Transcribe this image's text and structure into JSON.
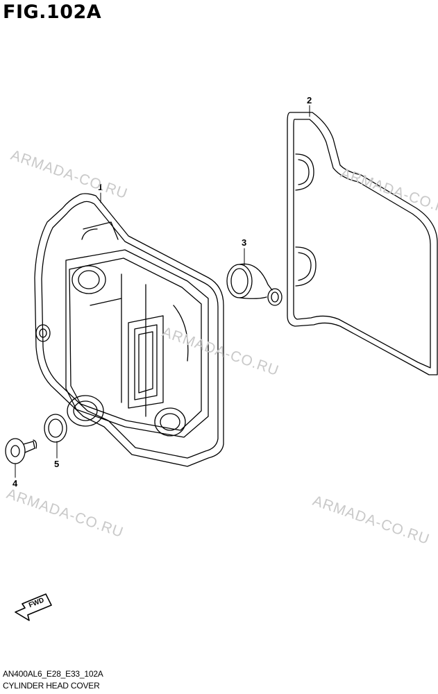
{
  "figure": {
    "title": "FIG.102A",
    "code": "AN400AL6_E28_E33_102A",
    "caption": "CYLINDER HEAD COVER"
  },
  "callouts": [
    {
      "id": "1",
      "label": "1"
    },
    {
      "id": "2",
      "label": "2"
    },
    {
      "id": "3",
      "label": "3"
    },
    {
      "id": "4",
      "label": "4"
    },
    {
      "id": "5",
      "label": "5"
    }
  ],
  "fwd_label": "FWD",
  "watermark": "ARMADA-CO.RU",
  "colors": {
    "line": "#000000",
    "watermark": "#c9c9c9"
  }
}
